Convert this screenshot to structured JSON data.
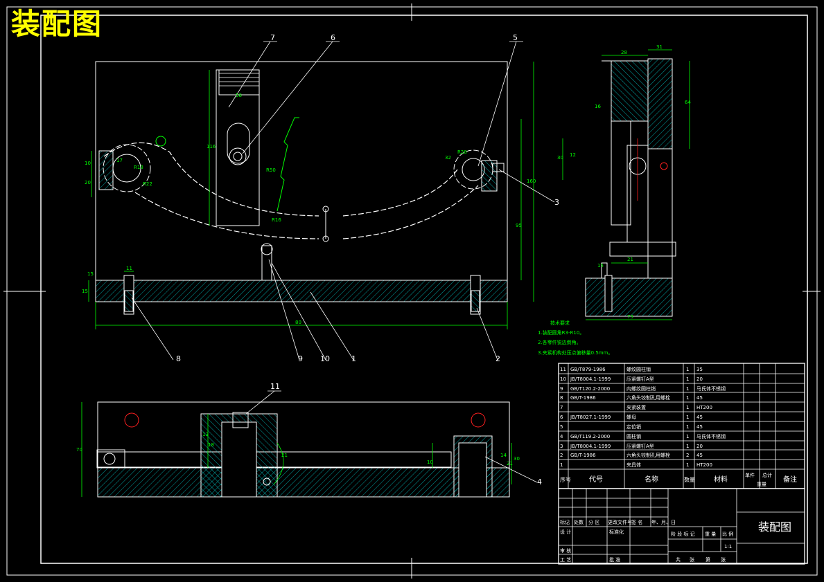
{
  "title": "装配图",
  "balloons": [
    "1",
    "2",
    "3",
    "4",
    "5",
    "6",
    "7",
    "8",
    "9",
    "10",
    "11"
  ],
  "dimensions": {
    "front": [
      "10",
      "20",
      "11",
      "15",
      "R18",
      "R22",
      "58",
      "R50",
      "32",
      "116",
      "160",
      "95",
      "15",
      "R16",
      "80",
      "R28",
      "17"
    ],
    "side": [
      "28",
      "31",
      "64",
      "16",
      "30",
      "12",
      "21",
      "15",
      "75"
    ],
    "bottom": [
      "70",
      "13",
      "18",
      "21",
      "10",
      "14",
      "21",
      "30"
    ]
  },
  "tech_notes": {
    "heading": "技术要求",
    "lines": [
      "1.装配圆角R3-R10。",
      "2.各零件锐边倒角。",
      "3.夹紧机构处压点偏移量0.5mm。"
    ]
  },
  "bom": {
    "rows": [
      {
        "no": "11",
        "code": "GB/T879-1986",
        "name": "螺纹圆柱销",
        "qty": "1",
        "material": "35"
      },
      {
        "no": "10",
        "code": "JB/T8004.1-1999",
        "name": "压紧螺钉A型",
        "qty": "1",
        "material": "20"
      },
      {
        "no": "9",
        "code": "GB/T120.2-2000",
        "name": "内螺纹圆柱销",
        "qty": "1",
        "material": "马氏体不锈钢"
      },
      {
        "no": "8",
        "code": "GB/T-1986",
        "name": "六角头铰制孔用螺栓",
        "qty": "1",
        "material": "45"
      },
      {
        "no": "7",
        "code": "",
        "name": "夹紧装置",
        "qty": "1",
        "material": "HT200"
      },
      {
        "no": "6",
        "code": "JB/T8027.1-1999",
        "name": "螺母",
        "qty": "1",
        "material": "45"
      },
      {
        "no": "5",
        "code": "",
        "name": "定位销",
        "qty": "1",
        "material": "45"
      },
      {
        "no": "4",
        "code": "GB/T119.2-2000",
        "name": "圆柱销",
        "qty": "1",
        "material": "马氏体不锈钢"
      },
      {
        "no": "3",
        "code": "JB/T8004.1-1999",
        "name": "压紧螺钉A型",
        "qty": "1",
        "material": "20"
      },
      {
        "no": "2",
        "code": "GB/T-1986",
        "name": "六角头铰制孔用螺栓",
        "qty": "2",
        "material": "45"
      },
      {
        "no": "1",
        "code": "",
        "name": "夹具体",
        "qty": "1",
        "material": "HT200"
      }
    ],
    "headers": {
      "no": "序号",
      "code": "代号",
      "name": "名称",
      "qty": "数量",
      "material": "材料",
      "unit_weight": "单件",
      "total_weight": "总计",
      "weight": "重量",
      "remarks": "备注"
    }
  },
  "title_block": {
    "drawing_name": "装配图",
    "labels": [
      "标记",
      "处数",
      "分 区",
      "更改文件号",
      "签 名",
      "年、月、日",
      "设 计",
      "标准化",
      "阶 段 标 记",
      "重 量",
      "比 例",
      "审 核",
      "工 艺",
      "批 准",
      "共",
      "张",
      "第",
      "张"
    ],
    "scale": "1:1"
  }
}
